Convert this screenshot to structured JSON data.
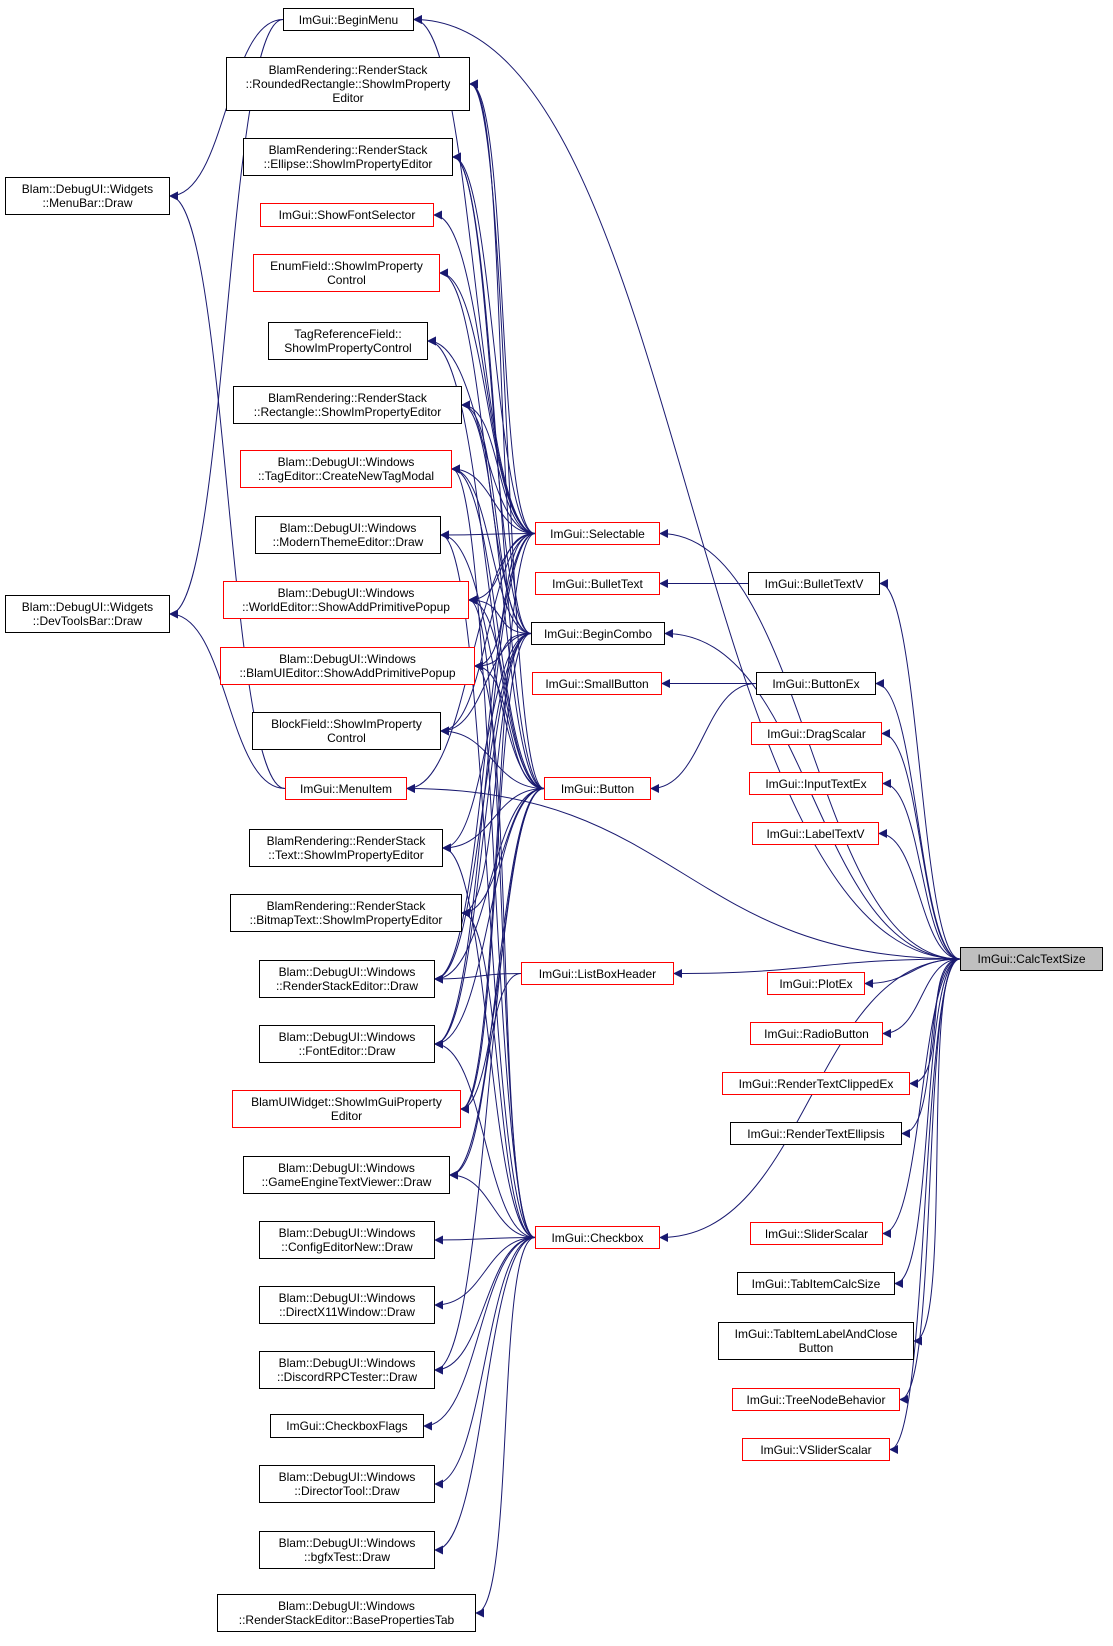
{
  "graph": {
    "edge_color": "#191970",
    "focus_fill": "#bfbfbf",
    "nodes": [
      {
        "id": "begin_menu",
        "lines": [
          "ImGui::BeginMenu"
        ],
        "border": "#000000"
      },
      {
        "id": "rounded_rect",
        "lines": [
          "BlamRendering::RenderStack",
          "::RoundedRectangle::ShowImProperty",
          "Editor"
        ],
        "border": "#000000"
      },
      {
        "id": "ellipse",
        "lines": [
          "BlamRendering::RenderStack",
          "::Ellipse::ShowImPropertyEditor"
        ],
        "border": "#000000"
      },
      {
        "id": "show_font_selector",
        "lines": [
          "ImGui::ShowFontSelector"
        ],
        "border": "#ff0000"
      },
      {
        "id": "enum_field",
        "lines": [
          "EnumField::ShowImProperty",
          "Control"
        ],
        "border": "#ff0000"
      },
      {
        "id": "tag_ref_field",
        "lines": [
          "TagReferenceField::",
          "ShowImPropertyControl"
        ],
        "border": "#000000"
      },
      {
        "id": "rectangle",
        "lines": [
          "BlamRendering::RenderStack",
          "::Rectangle::ShowImPropertyEditor"
        ],
        "border": "#000000"
      },
      {
        "id": "create_tag_modal",
        "lines": [
          "Blam::DebugUI::Windows",
          "::TagEditor::CreateNewTagModal"
        ],
        "border": "#ff0000"
      },
      {
        "id": "modern_theme",
        "lines": [
          "Blam::DebugUI::Windows",
          "::ModernThemeEditor::Draw"
        ],
        "border": "#000000"
      },
      {
        "id": "world_editor",
        "lines": [
          "Blam::DebugUI::Windows",
          "::WorldEditor::ShowAddPrimitivePopup"
        ],
        "border": "#ff0000"
      },
      {
        "id": "blamui_editor",
        "lines": [
          "Blam::DebugUI::Windows",
          "::BlamUIEditor::ShowAddPrimitivePopup"
        ],
        "border": "#ff0000"
      },
      {
        "id": "block_field",
        "lines": [
          "BlockField::ShowImProperty",
          "Control"
        ],
        "border": "#000000"
      },
      {
        "id": "menu_item",
        "lines": [
          "ImGui::MenuItem"
        ],
        "border": "#ff0000"
      },
      {
        "id": "text_editor",
        "lines": [
          "BlamRendering::RenderStack",
          "::Text::ShowImPropertyEditor"
        ],
        "border": "#000000"
      },
      {
        "id": "bitmap_text",
        "lines": [
          "BlamRendering::RenderStack",
          "::BitmapText::ShowImPropertyEditor"
        ],
        "border": "#000000"
      },
      {
        "id": "render_stack_editor",
        "lines": [
          "Blam::DebugUI::Windows",
          "::RenderStackEditor::Draw"
        ],
        "border": "#000000"
      },
      {
        "id": "font_editor",
        "lines": [
          "Blam::DebugUI::Windows",
          "::FontEditor::Draw"
        ],
        "border": "#000000"
      },
      {
        "id": "blamui_widget",
        "lines": [
          "BlamUIWidget::ShowImGuiProperty",
          "Editor"
        ],
        "border": "#ff0000"
      },
      {
        "id": "game_engine_text",
        "lines": [
          "Blam::DebugUI::Windows",
          "::GameEngineTextViewer::Draw"
        ],
        "border": "#000000"
      },
      {
        "id": "config_editor",
        "lines": [
          "Blam::DebugUI::Windows",
          "::ConfigEditorNew::Draw"
        ],
        "border": "#000000"
      },
      {
        "id": "directx11",
        "lines": [
          "Blam::DebugUI::Windows",
          "::DirectX11Window::Draw"
        ],
        "border": "#000000"
      },
      {
        "id": "discord_rpc",
        "lines": [
          "Blam::DebugUI::Windows",
          "::DiscordRPCTester::Draw"
        ],
        "border": "#000000"
      },
      {
        "id": "checkbox_flags",
        "lines": [
          "ImGui::CheckboxFlags"
        ],
        "border": "#000000"
      },
      {
        "id": "director_tool",
        "lines": [
          "Blam::DebugUI::Windows",
          "::DirectorTool::Draw"
        ],
        "border": "#000000"
      },
      {
        "id": "bgfx_test",
        "lines": [
          "Blam::DebugUI::Windows",
          "::bgfxTest::Draw"
        ],
        "border": "#000000"
      },
      {
        "id": "base_props_tab",
        "lines": [
          "Blam::DebugUI::Windows",
          "::RenderStackEditor::BasePropertiesTab"
        ],
        "border": "#000000"
      },
      {
        "id": "menubar",
        "lines": [
          "Blam::DebugUI::Widgets",
          "::MenuBar::Draw"
        ],
        "border": "#000000"
      },
      {
        "id": "devtoolsbar",
        "lines": [
          "Blam::DebugUI::Widgets",
          "::DevToolsBar::Draw"
        ],
        "border": "#000000"
      },
      {
        "id": "selectable",
        "lines": [
          "ImGui::Selectable"
        ],
        "border": "#ff0000"
      },
      {
        "id": "bullet_text",
        "lines": [
          "ImGui::BulletText"
        ],
        "border": "#ff0000"
      },
      {
        "id": "begin_combo",
        "lines": [
          "ImGui::BeginCombo"
        ],
        "border": "#000000"
      },
      {
        "id": "small_button",
        "lines": [
          "ImGui::SmallButton"
        ],
        "border": "#ff0000"
      },
      {
        "id": "button",
        "lines": [
          "ImGui::Button"
        ],
        "border": "#ff0000"
      },
      {
        "id": "listbox_header",
        "lines": [
          "ImGui::ListBoxHeader"
        ],
        "border": "#ff0000"
      },
      {
        "id": "checkbox",
        "lines": [
          "ImGui::Checkbox"
        ],
        "border": "#ff0000"
      },
      {
        "id": "bullet_text_v",
        "lines": [
          "ImGui::BulletTextV"
        ],
        "border": "#000000"
      },
      {
        "id": "button_ex",
        "lines": [
          "ImGui::ButtonEx"
        ],
        "border": "#000000"
      },
      {
        "id": "drag_scalar",
        "lines": [
          "ImGui::DragScalar"
        ],
        "border": "#ff0000"
      },
      {
        "id": "input_text_ex",
        "lines": [
          "ImGui::InputTextEx"
        ],
        "border": "#ff0000"
      },
      {
        "id": "label_text_v",
        "lines": [
          "ImGui::LabelTextV"
        ],
        "border": "#ff0000"
      },
      {
        "id": "plot_ex",
        "lines": [
          "ImGui::PlotEx"
        ],
        "border": "#ff0000"
      },
      {
        "id": "radio_button",
        "lines": [
          "ImGui::RadioButton"
        ],
        "border": "#ff0000"
      },
      {
        "id": "render_text_clipped",
        "lines": [
          "ImGui::RenderTextClippedEx"
        ],
        "border": "#ff0000"
      },
      {
        "id": "render_text_ellipsis",
        "lines": [
          "ImGui::RenderTextEllipsis"
        ],
        "border": "#000000"
      },
      {
        "id": "slider_scalar",
        "lines": [
          "ImGui::SliderScalar"
        ],
        "border": "#ff0000"
      },
      {
        "id": "tab_item_calc",
        "lines": [
          "ImGui::TabItemCalcSize"
        ],
        "border": "#000000"
      },
      {
        "id": "tab_item_label",
        "lines": [
          "ImGui::TabItemLabelAndClose",
          "Button"
        ],
        "border": "#000000"
      },
      {
        "id": "tree_node_behavior",
        "lines": [
          "ImGui::TreeNodeBehavior"
        ],
        "border": "#ff0000"
      },
      {
        "id": "vslider_scalar",
        "lines": [
          "ImGui::VSliderScalar"
        ],
        "border": "#ff0000"
      },
      {
        "id": "calc_text_size",
        "lines": [
          "ImGui::CalcTextSize"
        ],
        "border": "#000000",
        "focus": true
      }
    ],
    "edges": [
      [
        "begin_menu",
        "menubar"
      ],
      [
        "begin_menu",
        "devtoolsbar"
      ],
      [
        "menu_item",
        "menubar"
      ],
      [
        "menu_item",
        "devtoolsbar"
      ],
      [
        "selectable",
        "begin_menu"
      ],
      [
        "selectable",
        "rounded_rect"
      ],
      [
        "selectable",
        "ellipse"
      ],
      [
        "selectable",
        "show_font_selector"
      ],
      [
        "selectable",
        "enum_field"
      ],
      [
        "selectable",
        "tag_ref_field"
      ],
      [
        "selectable",
        "rectangle"
      ],
      [
        "selectable",
        "create_tag_modal"
      ],
      [
        "selectable",
        "modern_theme"
      ],
      [
        "selectable",
        "world_editor"
      ],
      [
        "selectable",
        "blamui_editor"
      ],
      [
        "selectable",
        "block_field"
      ],
      [
        "selectable",
        "menu_item"
      ],
      [
        "selectable",
        "render_stack_editor"
      ],
      [
        "selectable",
        "font_editor"
      ],
      [
        "selectable",
        "blamui_widget"
      ],
      [
        "begin_combo",
        "rounded_rect"
      ],
      [
        "begin_combo",
        "ellipse"
      ],
      [
        "begin_combo",
        "enum_field"
      ],
      [
        "begin_combo",
        "rectangle"
      ],
      [
        "begin_combo",
        "create_tag_modal"
      ],
      [
        "begin_combo",
        "world_editor"
      ],
      [
        "begin_combo",
        "blamui_editor"
      ],
      [
        "begin_combo",
        "block_field"
      ],
      [
        "begin_combo",
        "text_editor"
      ],
      [
        "begin_combo",
        "bitmap_text"
      ],
      [
        "begin_combo",
        "render_stack_editor"
      ],
      [
        "begin_combo",
        "font_editor"
      ],
      [
        "begin_combo",
        "blamui_widget"
      ],
      [
        "button",
        "rounded_rect"
      ],
      [
        "button",
        "ellipse"
      ],
      [
        "button",
        "tag_ref_field"
      ],
      [
        "button",
        "rectangle"
      ],
      [
        "button",
        "create_tag_modal"
      ],
      [
        "button",
        "modern_theme"
      ],
      [
        "button",
        "world_editor"
      ],
      [
        "button",
        "blamui_editor"
      ],
      [
        "button",
        "block_field"
      ],
      [
        "button",
        "text_editor"
      ],
      [
        "button",
        "bitmap_text"
      ],
      [
        "button",
        "render_stack_editor"
      ],
      [
        "button",
        "font_editor"
      ],
      [
        "button",
        "blamui_widget"
      ],
      [
        "button",
        "game_engine_text"
      ],
      [
        "button",
        "discord_rpc"
      ],
      [
        "listbox_header",
        "render_stack_editor"
      ],
      [
        "listbox_header",
        "game_engine_text"
      ],
      [
        "checkbox",
        "create_tag_modal"
      ],
      [
        "checkbox",
        "modern_theme"
      ],
      [
        "checkbox",
        "world_editor"
      ],
      [
        "checkbox",
        "blamui_editor"
      ],
      [
        "checkbox",
        "text_editor"
      ],
      [
        "checkbox",
        "bitmap_text"
      ],
      [
        "checkbox",
        "font_editor"
      ],
      [
        "checkbox",
        "game_engine_text"
      ],
      [
        "checkbox",
        "config_editor"
      ],
      [
        "checkbox",
        "directx11"
      ],
      [
        "checkbox",
        "discord_rpc"
      ],
      [
        "checkbox",
        "checkbox_flags"
      ],
      [
        "checkbox",
        "director_tool"
      ],
      [
        "checkbox",
        "bgfx_test"
      ],
      [
        "checkbox",
        "base_props_tab"
      ],
      [
        "bullet_text_v",
        "bullet_text"
      ],
      [
        "button_ex",
        "small_button"
      ],
      [
        "button_ex",
        "button"
      ],
      [
        "calc_text_size",
        "begin_menu"
      ],
      [
        "calc_text_size",
        "selectable"
      ],
      [
        "calc_text_size",
        "bullet_text_v"
      ],
      [
        "calc_text_size",
        "begin_combo"
      ],
      [
        "calc_text_size",
        "button_ex"
      ],
      [
        "calc_text_size",
        "drag_scalar"
      ],
      [
        "calc_text_size",
        "input_text_ex"
      ],
      [
        "calc_text_size",
        "label_text_v"
      ],
      [
        "calc_text_size",
        "menu_item"
      ],
      [
        "calc_text_size",
        "listbox_header"
      ],
      [
        "calc_text_size",
        "plot_ex"
      ],
      [
        "calc_text_size",
        "radio_button"
      ],
      [
        "calc_text_size",
        "render_text_clipped"
      ],
      [
        "calc_text_size",
        "render_text_ellipsis"
      ],
      [
        "calc_text_size",
        "checkbox"
      ],
      [
        "calc_text_size",
        "slider_scalar"
      ],
      [
        "calc_text_size",
        "tab_item_calc"
      ],
      [
        "calc_text_size",
        "tab_item_label"
      ],
      [
        "calc_text_size",
        "tree_node_behavior"
      ],
      [
        "calc_text_size",
        "vslider_scalar"
      ]
    ]
  }
}
